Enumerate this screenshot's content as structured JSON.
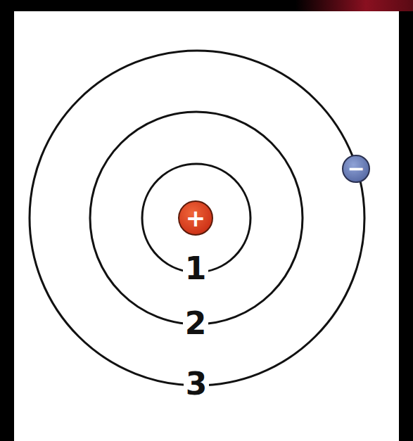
{
  "diagram": {
    "nodes": [
      {
        "text": [
          "+"
        ]
      },
      {
        "text": [
          "−"
        ]
      }
    ],
    "labels": [
      "1",
      "2",
      "3"
    ]
  }
}
